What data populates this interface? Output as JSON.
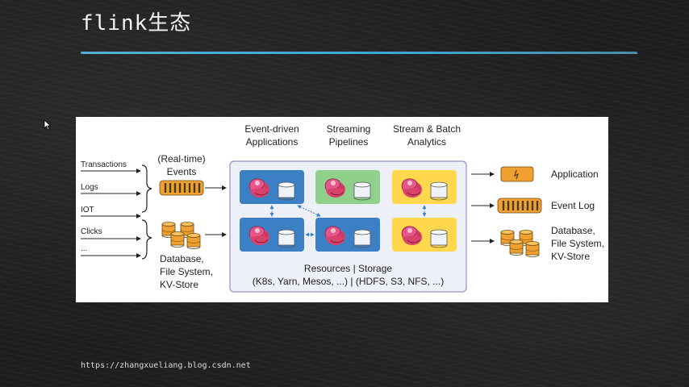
{
  "slide": {
    "title": "flink生态",
    "footer_url": "https://zhangxueliang.blog.csdn.net"
  },
  "diagram": {
    "inputs": [
      "Transactions",
      "Logs",
      "IOT",
      "Clicks",
      "..."
    ],
    "source_events_label_1": "(Real-time)",
    "source_events_label_2": "Events",
    "source_db_label_1": "Database,",
    "source_db_label_2": "File System,",
    "source_db_label_3": "KV-Store",
    "col1_title_1": "Event-driven",
    "col1_title_2": "Applications",
    "col2_title_1": "Streaming",
    "col2_title_2": "Pipelines",
    "col3_title_1": "Stream & Batch",
    "col3_title_2": "Analytics",
    "resources_1": "Resources | Storage",
    "resources_2": "(K8s, Yarn, Mesos, ...) | (HDFS, S3, NFS, ...)",
    "out_app": "Application",
    "out_log": "Event Log",
    "out_db_1": "Database,",
    "out_db_2": "File System,",
    "out_db_3": "KV-Store"
  },
  "colors": {
    "blue_box": "#3b7fc4",
    "green_box": "#8fd18b",
    "yellow_box": "#ffd84d",
    "orange_icon": "#f0a030",
    "frame_purple": "#9a8fc0"
  }
}
